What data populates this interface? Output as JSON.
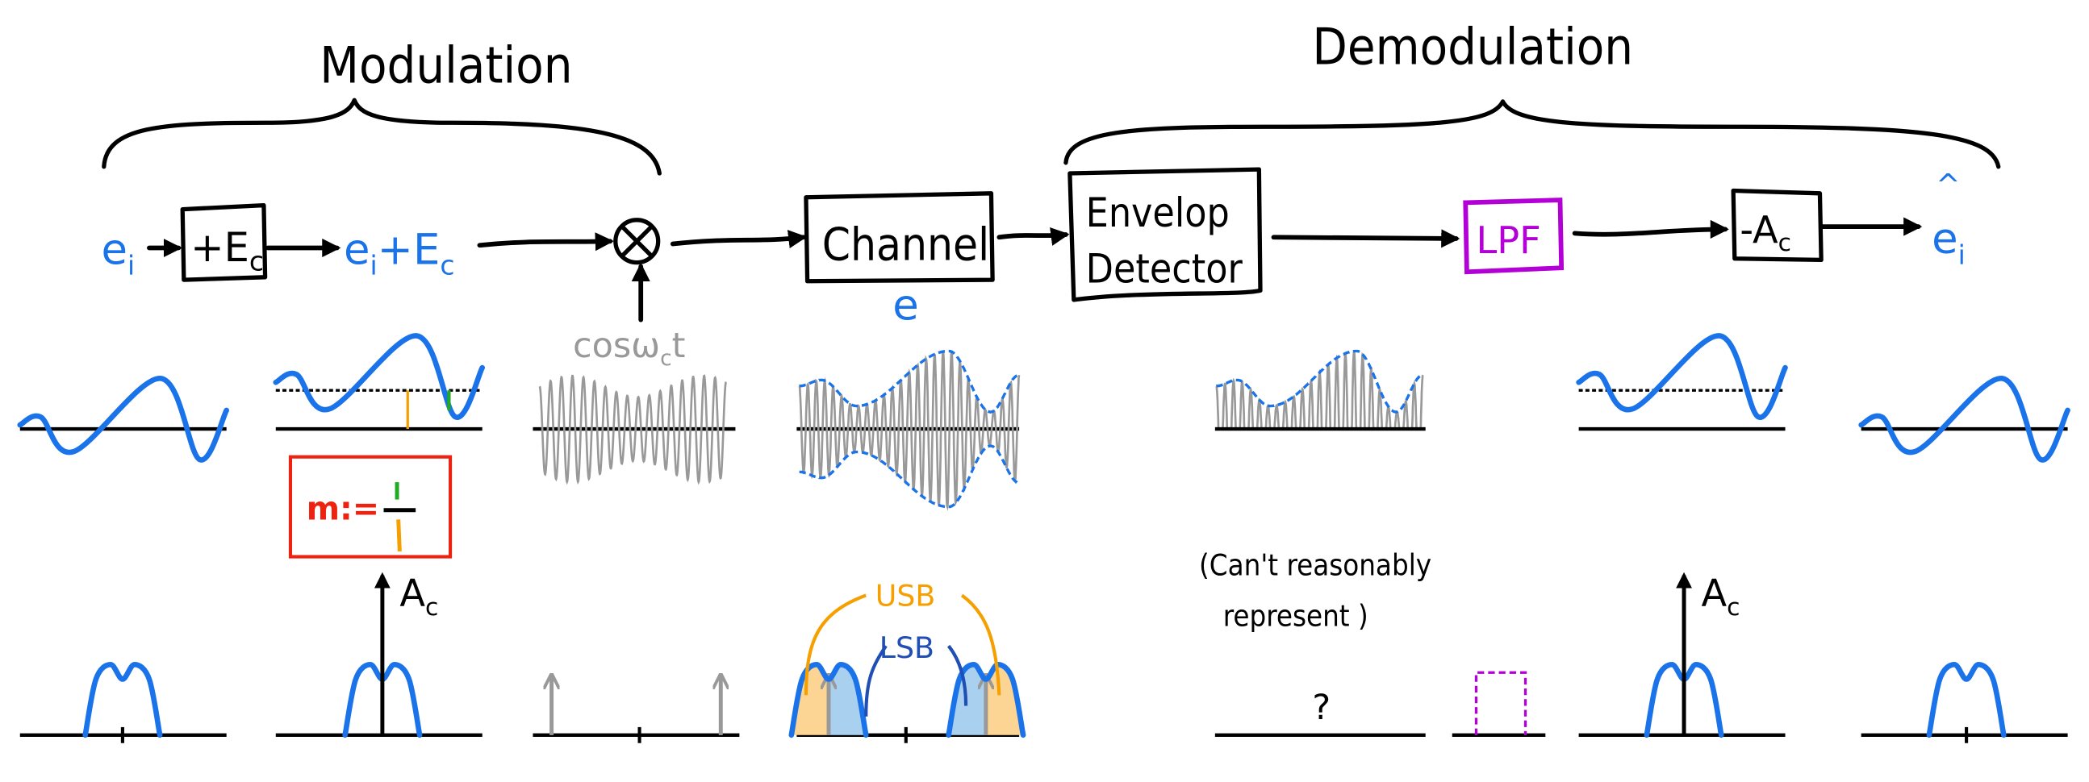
{
  "headings": {
    "modulation": "Modulation",
    "demodulation": "Demodulation"
  },
  "blocks": {
    "input": {
      "base": "e",
      "sub": "i"
    },
    "adder": {
      "prefix": "+E",
      "sub": "c"
    },
    "sum": {
      "base": "e",
      "sub1": "i",
      "mid": "+E",
      "sub2": "c"
    },
    "mixer_symbol": "×",
    "carrier": {
      "base": "cosω",
      "sub": "c",
      "tail": "t"
    },
    "channel": "Channel",
    "channel_output": "e",
    "envelope_detector": {
      "line1": "Envelop",
      "line2": "Detector"
    },
    "lpf": "LPF",
    "subtract": {
      "prefix": "-A",
      "sub": "c"
    },
    "output": {
      "hat": "^",
      "base": "e",
      "sub": "i"
    }
  },
  "annotations": {
    "modulation_index": {
      "lhs": "m:="
    },
    "carrier_impulse": {
      "base": "A",
      "sub": "c"
    },
    "usb": "USB",
    "lsb": "LSB",
    "cant_represent": {
      "line1": "(Can't reasonably",
      "line2": "represent )"
    },
    "unknown_spectrum": "?"
  },
  "colors": {
    "signal": "#1a73e8",
    "carrier": "#999999",
    "lpf": "#b300d6",
    "m_box": "#ee2211",
    "usb": "#f5a000",
    "lsb": "#1f4fb5",
    "usb_fill": "#fcd493",
    "lsb_fill": "#a9d0ee",
    "numerator": "#22aa22",
    "denominator": "#f5a000"
  }
}
